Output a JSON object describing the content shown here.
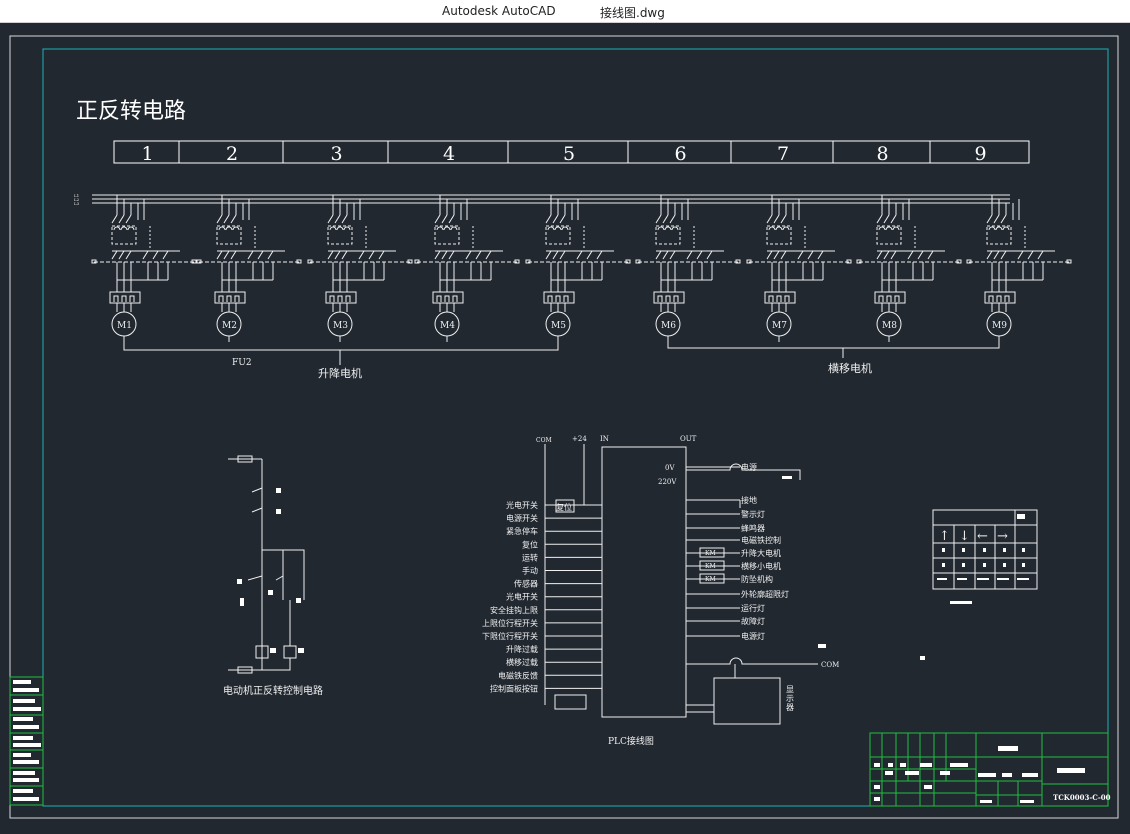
{
  "window": {
    "app_name": "Autodesk AutoCAD",
    "file_name": "接线图.dwg"
  },
  "drawing": {
    "title": "正反转电路",
    "column_numbers": [
      "1",
      "2",
      "3",
      "4",
      "5",
      "6",
      "7",
      "8",
      "9"
    ],
    "motors": [
      "M1",
      "M2",
      "M3",
      "M4",
      "M5",
      "M6",
      "M7",
      "M8",
      "M9"
    ],
    "bus_labels": [
      "L1",
      "L2",
      "L3"
    ],
    "fuse_label": "FU2",
    "lift_group_label": "升降电机",
    "traverse_group_label": "横移电机",
    "control_circuit_label": "电动机正反转控制电路",
    "plc": {
      "caption": "PLC接线图",
      "com_label": "COM",
      "plus24_label": "+24",
      "in_label": "IN",
      "out_label": "OUT",
      "v0_label": "0V",
      "v220_label": "220V",
      "reset_box": "复位",
      "inputs": [
        "光电开关",
        "电源开关",
        "紧急停车",
        "复位",
        "运转",
        "手动",
        "传感器",
        "光电开关",
        "安全挂钩上限",
        "上限位行程开关",
        "下限位行程开关",
        "升降过载",
        "横移过载",
        "电磁铁反馈",
        "控制面板按钮"
      ],
      "outputs": [
        "电源",
        "接地",
        "警示灯",
        "蜂鸣器",
        "电磁铁控制",
        "升降大电机",
        "横移小电机",
        "防坠机构",
        "外轮廓超限灯",
        "运行灯",
        "故障灯",
        "电源灯"
      ],
      "km_label": "KM",
      "com_out_label": "COM",
      "display_label": "显示器"
    },
    "keypad": {
      "arrows": [
        "↑",
        "↓",
        "←",
        "→"
      ]
    },
    "title_block": {
      "drawing_no": "TCK0003-C-00"
    }
  },
  "colors": {
    "background": "#212830",
    "frame": "#d8d8d8",
    "inner_frame": "#19b3b3",
    "line": "#f0f0f0",
    "green": "#1fbf3f"
  }
}
